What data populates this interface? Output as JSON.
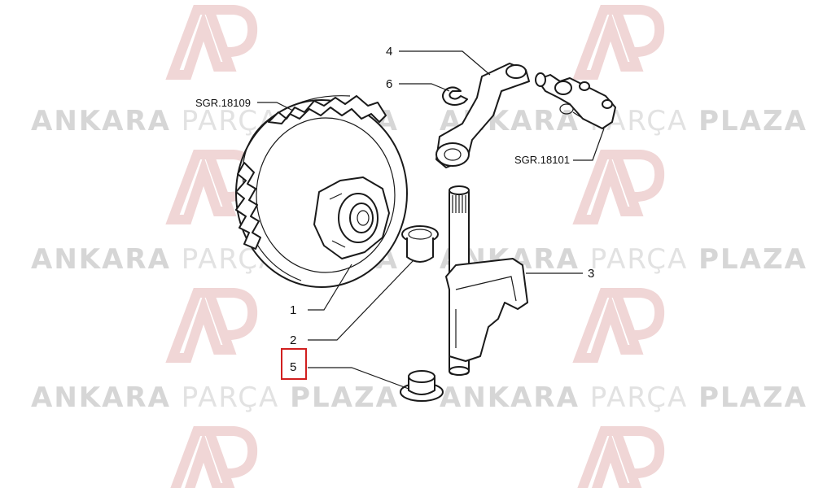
{
  "watermark": {
    "brand_bold_1": "ANKARA",
    "brand_light": "PARÇA",
    "brand_bold_2": "PLAZA",
    "logo_color": "#e8c9c9"
  },
  "callouts": {
    "part_1": "1",
    "part_2": "2",
    "part_3": "3",
    "part_4": "4",
    "part_5": "5",
    "part_6": "6",
    "ref_clutch": "SGR.18109",
    "ref_linkage": "SGR.18101"
  },
  "highlight": {
    "target": "part_5",
    "color": "#d11f1f"
  }
}
